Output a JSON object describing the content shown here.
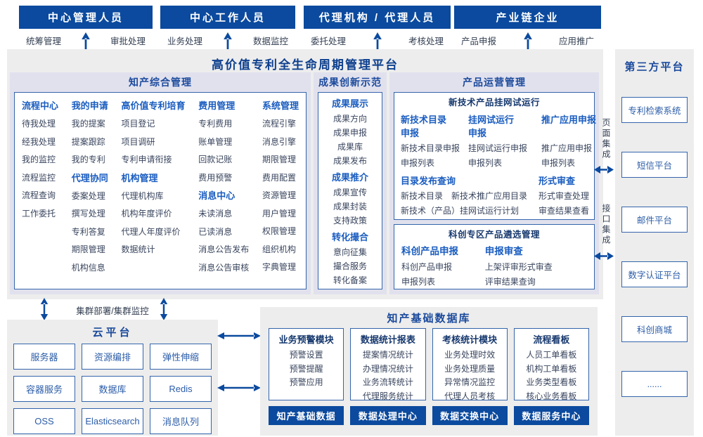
{
  "actors": [
    {
      "title": "中心管理人员",
      "labels": [
        "统筹管理",
        "审批处理"
      ]
    },
    {
      "title": "中心工作人员",
      "labels": [
        "业务处理",
        "数据监控"
      ]
    },
    {
      "title": "代理机构 / 代理人员",
      "labels": [
        "委托处理",
        "考核处理"
      ]
    },
    {
      "title": "产业链企业",
      "labels": [
        "产品申报",
        "应用推广"
      ]
    }
  ],
  "platform": {
    "title": "高价值专利全生命周期管理平台",
    "ip_mgmt": {
      "title": "知产综合管理",
      "columns": [
        {
          "groups": [
            {
              "header": "流程中心",
              "items": [
                "待我处理",
                "经我处理",
                "我的监控",
                "流程监控",
                "流程查询",
                "工作委托"
              ]
            }
          ]
        },
        {
          "groups": [
            {
              "header": "我的申请",
              "items": [
                "我的提案",
                "提案跟踪",
                "我的专利"
              ]
            },
            {
              "header": "代理协同",
              "items": [
                "委案处理",
                "撰写处理",
                "专利答复",
                "期限管理",
                "机构信息"
              ]
            }
          ]
        },
        {
          "groups": [
            {
              "header": "高价值专利培育",
              "items": [
                "项目登记",
                "项目调研",
                "专利申请衔接"
              ]
            },
            {
              "header": "机构管理",
              "items": [
                "代理机构库",
                "机构年度评价",
                "代理人年度评价",
                "数据统计"
              ]
            }
          ]
        },
        {
          "groups": [
            {
              "header": "费用管理",
              "items": [
                "专利费用",
                "账单管理",
                "回款记账",
                "费用预警"
              ]
            },
            {
              "header": "消息中心",
              "items": [
                "未读消息",
                "已读消息",
                "消息公告发布",
                "消息公告审核"
              ]
            }
          ]
        },
        {
          "groups": [
            {
              "header": "系统管理",
              "items": [
                "流程引擎",
                "消息引擎",
                "期限管理",
                "费用配置",
                "资源管理",
                "用户管理",
                "权限管理",
                "组织机构",
                "字典管理"
              ]
            }
          ]
        }
      ]
    },
    "achievements": {
      "title": "成果创新示范",
      "groups": [
        {
          "header": "成果展示",
          "items": [
            "成果方向",
            "成果申报",
            "成果库",
            "成果发布"
          ]
        },
        {
          "header": "成果推介",
          "items": [
            "成果宣传",
            "成果封装",
            "支持政策"
          ]
        },
        {
          "header": "转化撮合",
          "items": [
            "意向征集",
            "撮合服务",
            "转化备案"
          ]
        }
      ]
    },
    "product_ops": {
      "title": "产品运营管理",
      "trial": {
        "title": "新技术产品挂网试运行",
        "columns": [
          {
            "header": "新技术目录申报",
            "items": [
              "新技术目录申报",
              "申报列表"
            ]
          },
          {
            "header": "挂网试运行申报",
            "items": [
              "挂网试运行申报",
              "申报列表"
            ]
          },
          {
            "header": "推广应用申报",
            "items": [
              "推广应用申报",
              "申报列表"
            ]
          }
        ],
        "catalog": {
          "header": "目录发布查询",
          "items": [
            "新技术目录",
            "新技术推广应用目录",
            "新技术（产品）挂网试运行计划"
          ]
        },
        "review": {
          "header": "形式审查",
          "items": [
            "形式审查处理",
            "审查结果查看"
          ]
        }
      },
      "selection": {
        "title": "科创专区产品遴选管理",
        "columns": [
          {
            "header": "科创产品申报",
            "items": [
              "科创产品申报",
              "申报列表"
            ]
          },
          {
            "header": "申报审查",
            "items": [
              "上架评审形式审查",
              "评审结果查询"
            ]
          }
        ]
      }
    }
  },
  "third_party": {
    "title": "第三方平台",
    "systems": [
      "专利检索系统",
      "短信平台",
      "邮件平台",
      "数字认证平台",
      "科创商城",
      "......"
    ],
    "integrations": [
      "页面集成",
      "接口集成"
    ]
  },
  "cloud": {
    "title": "云平台",
    "connector": "集群部署/集群监控",
    "services": [
      "服务器",
      "资源编排",
      "弹性伸缩",
      "容器服务",
      "数据库",
      "Redis",
      "OSS",
      "Elasticsearch",
      "消息队列"
    ]
  },
  "data_platform": {
    "title": "知产基础数据库",
    "modules": [
      {
        "header": "业务预警模块",
        "items": [
          "预警设置",
          "预警提醒",
          "预警应用"
        ],
        "badge": "知产基础数据"
      },
      {
        "header": "数据统计报表",
        "items": [
          "提案情况统计",
          "办理情况统计",
          "业务流转统计",
          "代理服务统计"
        ],
        "badge": "数据处理中心"
      },
      {
        "header": "考核统计模块",
        "items": [
          "业务处理时效",
          "业务处理质量",
          "异常情况监控",
          "代理人员考核"
        ],
        "badge": "数据交换中心"
      },
      {
        "header": "流程看板",
        "items": [
          "人员工单看板",
          "机构工单看板",
          "业务类型看板",
          "核心业务看板"
        ],
        "badge": "数据服务中心"
      }
    ]
  },
  "colors": {
    "accent_dark_blue": "#0b4a9e",
    "accent_bright_blue": "#1a5dc0",
    "panel_gray": "#ededed",
    "panel_lavender": "#e1e1ee",
    "box_border_blue": "#3465ab",
    "item_text": "#39455e"
  }
}
